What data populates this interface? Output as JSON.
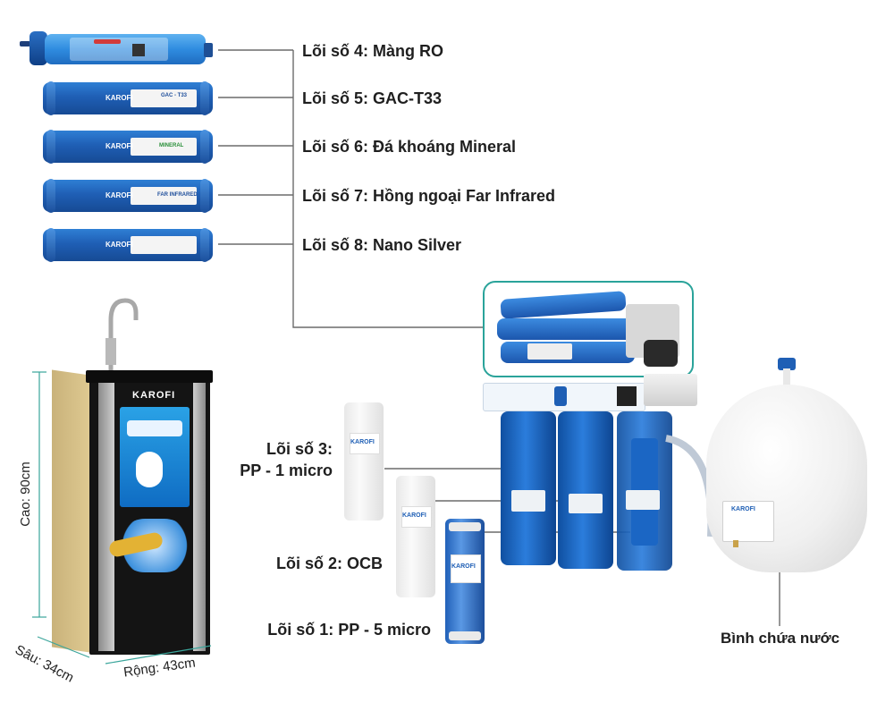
{
  "cores": [
    {
      "label": "Lõi số 4: Màng RO"
    },
    {
      "label": "Lõi số 5: GAC-T33"
    },
    {
      "label": "Lõi số 6: Đá khoáng Mineral"
    },
    {
      "label": "Lõi số 7: Hồng ngoại Far Infrared"
    },
    {
      "label": "Lõi số 8: Nano Silver"
    }
  ],
  "cartridge_prints": {
    "brand": "KAROFI",
    "gac": "GAC - T33",
    "mineral": "MINERAL",
    "infrared": "FAR INFRARED"
  },
  "pre_filters": {
    "core3_line1": "Lõi số 3:",
    "core3_line2": "PP - 1 micro",
    "core2": "Lõi số 2: OCB",
    "core1": "Lõi số 1: PP - 5 micro"
  },
  "tank_label": "Bình chứa nước",
  "dimensions": {
    "height": "Cao: 90cm",
    "depth": "Sâu: 34cm",
    "width": "Rộng: 43cm"
  },
  "cabinet": {
    "brand": "KAROFI"
  },
  "colors": {
    "teal_frame": "#2aa39a",
    "line": "#6b6b6b",
    "filter_blue": "#1f5fb5"
  }
}
